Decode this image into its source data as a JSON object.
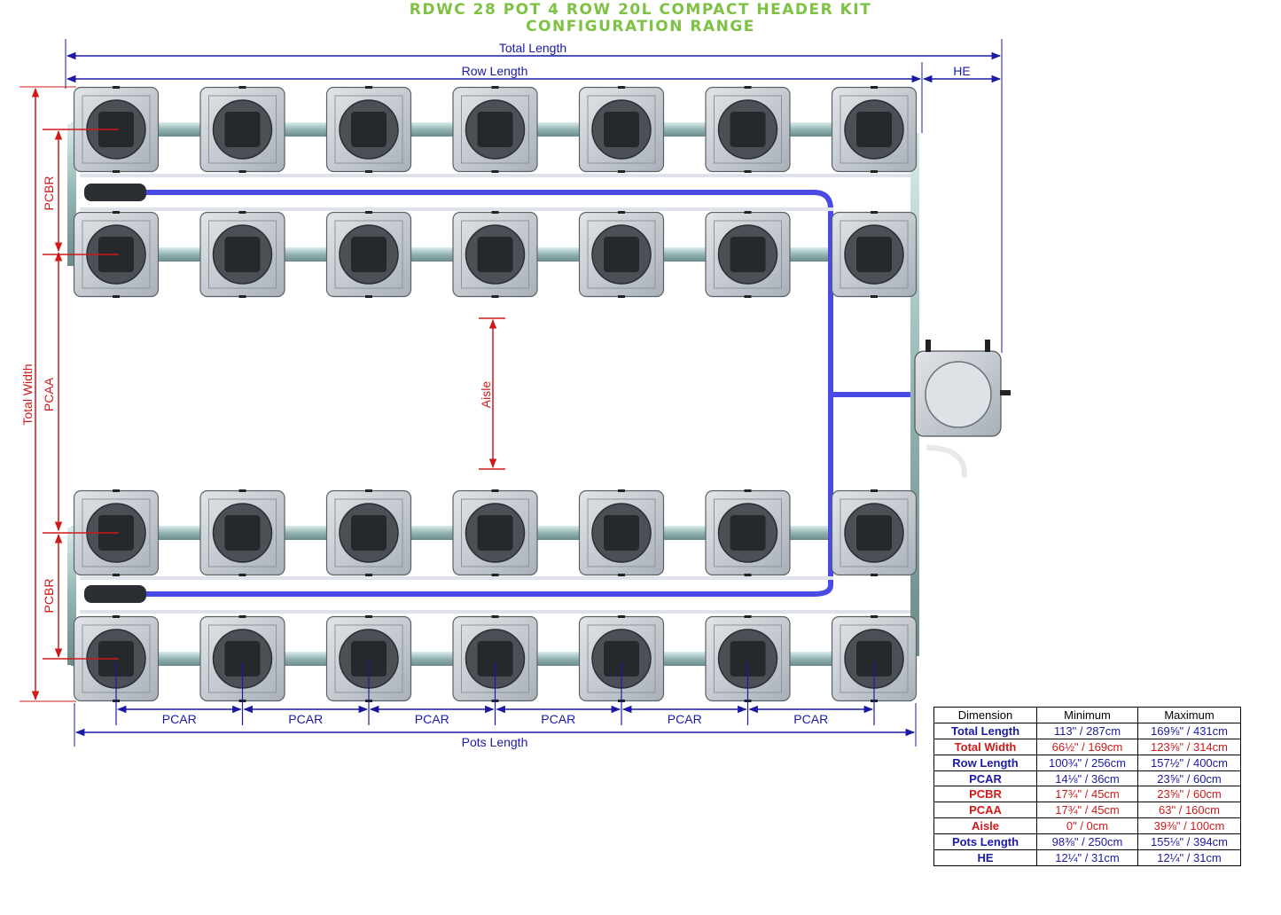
{
  "title": {
    "line1": "RDWC 28 POT 4 ROW 20L COMPACT HEADER KIT",
    "line2": "CONFIGURATION RANGE"
  },
  "labels": {
    "total_length": "Total Length",
    "row_length": "Row Length",
    "he": "HE",
    "total_width": "Total Width",
    "pcaa": "PCAA",
    "pcbr": "PCBR",
    "aisle": "Aisle",
    "pcar": "PCAR",
    "pots_length": "Pots Length"
  },
  "layout": {
    "rows": 4,
    "pots_per_row": 7
  },
  "colors": {
    "title": "#7dc242",
    "blue": "#1a1aa6",
    "red": "#d11919",
    "pipe": "#4a4ae6",
    "pot": "#c9ced4"
  },
  "table": {
    "headers": [
      "Dimension",
      "Minimum",
      "Maximum"
    ],
    "rows": [
      {
        "name": "Total Length",
        "min": "113\" / 287cm",
        "max": "169⅝\" / 431cm",
        "color": "#1a1aa6"
      },
      {
        "name": "Total Width",
        "min": "66½\" / 169cm",
        "max": "123⅝\" / 314cm",
        "color": "#d11919"
      },
      {
        "name": "Row Length",
        "min": "100¾\" / 256cm",
        "max": "157½\" / 400cm",
        "color": "#1a1aa6"
      },
      {
        "name": "PCAR",
        "min": "14⅛\" / 36cm",
        "max": "23⅝\" / 60cm",
        "color": "#1a1aa6"
      },
      {
        "name": "PCBR",
        "min": "17¾\" / 45cm",
        "max": "23⅝\" / 60cm",
        "color": "#d11919"
      },
      {
        "name": "PCAA",
        "min": "17¾\" / 45cm",
        "max": "63\" / 160cm",
        "color": "#d11919"
      },
      {
        "name": "Aisle",
        "min": "0\" / 0cm",
        "max": "39⅜\" / 100cm",
        "color": "#d11919"
      },
      {
        "name": "Pots Length",
        "min": "98⅜\" / 250cm",
        "max": "155⅛\" / 394cm",
        "color": "#1a1aa6"
      },
      {
        "name": "HE",
        "min": "12¼\" / 31cm",
        "max": "12¼\" / 31cm",
        "color": "#1a1aa6"
      }
    ]
  }
}
